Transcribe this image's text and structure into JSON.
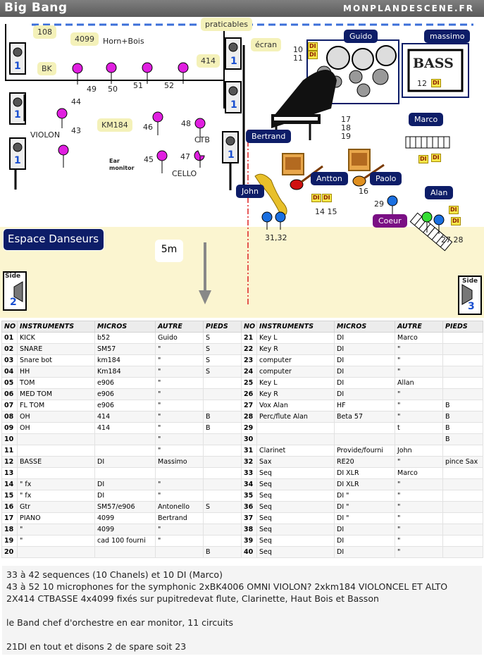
{
  "header": {
    "title": "Big Bang",
    "site": "MONPLANDESCENE.FR"
  },
  "stage": {
    "notes": {
      "praticables": "praticables",
      "ecran": "écran",
      "n108": "108",
      "n4099": "4099",
      "bk": "BK",
      "n414": "414",
      "km184": "KM184"
    },
    "labels": {
      "horn_bois": "Horn+Bois",
      "violon": "VIOLON",
      "ctb": "CTB",
      "cello": "CELLO",
      "ear_monitor": "Ear monitor",
      "m49": "49",
      "m50": "50",
      "m51": "51",
      "m52": "52",
      "m44": "44",
      "m43": "43",
      "m46": "46",
      "m48": "48",
      "m45": "45",
      "m47": "47",
      "n10": "10",
      "n11": "11",
      "n17": "17",
      "n18": "18",
      "n19": "19",
      "n12": "12",
      "n16": "16",
      "n29": "29",
      "n1415": "14 15",
      "n3132": "31,32",
      "n2728": "27 28",
      "bass_text": "BASS"
    },
    "musicians": {
      "guido": "Guido",
      "massimo": "massimo",
      "marco": "Marco",
      "bertrand": "Bertrand",
      "john": "John",
      "antton": "Antton",
      "paolo": "Paolo",
      "alan": "Alan",
      "coeur": "Coeur"
    },
    "di": "DI",
    "espace": "Espace Danseurs",
    "distance": "5m",
    "monitors": {
      "wedge": "1",
      "side": "Side",
      "side2": "2",
      "side3": "3"
    }
  },
  "table": {
    "headers": [
      "NO",
      "INSTRUMENTS",
      "MICROS",
      "AUTRE",
      "PIEDS",
      "NO",
      "INSTRUMENTS",
      "MICROS",
      "AUTRE",
      "PIEDS"
    ],
    "rows": [
      [
        "01",
        "KICK",
        "b52",
        "Guido",
        "S",
        "21",
        "Key L",
        "DI",
        "Marco",
        ""
      ],
      [
        "02",
        "SNARE",
        "SM57",
        "\"",
        "S",
        "22",
        "Key R",
        "DI",
        "\"",
        ""
      ],
      [
        "03",
        "Snare bot",
        "km184",
        "\"",
        "S",
        "23",
        "computer",
        "DI",
        "\"",
        ""
      ],
      [
        "04",
        "HH",
        "Km184",
        "\"",
        "S",
        "24",
        "computer",
        "DI",
        "\"",
        ""
      ],
      [
        "05",
        "TOM",
        "e906",
        "\"",
        "",
        "25",
        "Key L",
        "DI",
        "Allan",
        ""
      ],
      [
        "06",
        "MED TOM",
        "e906",
        "\"",
        "",
        "26",
        "Key R",
        "DI",
        "\"",
        ""
      ],
      [
        "07",
        "FL TOM",
        "e906",
        "\"",
        "",
        "27",
        "Vox Alan",
        "HF",
        "\"",
        "B"
      ],
      [
        "08",
        "OH",
        "414",
        "\"",
        "B",
        "28",
        "Perc/flute Alan",
        "Beta 57",
        "\"",
        "B"
      ],
      [
        "09",
        "OH",
        "414",
        "\"",
        "B",
        "29",
        "",
        "",
        "t",
        "B"
      ],
      [
        "10",
        "",
        "",
        "\"",
        "",
        "30",
        "",
        "",
        "",
        "B"
      ],
      [
        "11",
        "",
        "",
        "\"",
        "",
        "31",
        "Clarinet",
        "Provide/fourni",
        "John",
        ""
      ],
      [
        "12",
        "BASSE",
        "DI",
        "Massimo",
        "",
        "32",
        "Sax",
        "RE20",
        "\"",
        "pince Sax"
      ],
      [
        "13",
        "",
        "",
        "",
        "",
        "33",
        "Seq",
        "DI XLR",
        "Marco",
        ""
      ],
      [
        "14",
        "\" fx",
        "DI",
        "\"",
        "",
        "34",
        "Seq",
        "DI XLR",
        "\"",
        ""
      ],
      [
        "15",
        "\" fx",
        "DI",
        "\"",
        "",
        "35",
        "Seq",
        "DI \"",
        "\"",
        ""
      ],
      [
        "16",
        "Gtr",
        "SM57/e906",
        "Antonello",
        "S",
        "36",
        "Seq",
        "DI \"",
        "\"",
        ""
      ],
      [
        "17",
        "PIANO",
        "4099",
        "Bertrand",
        "",
        "37",
        "Seq",
        "DI \"",
        "\"",
        ""
      ],
      [
        "18",
        "\"",
        "4099",
        "\"",
        "",
        "38",
        "Seq",
        "DI",
        "\"",
        ""
      ],
      [
        "19",
        "\"",
        "cad 100 fourni",
        "\"",
        "",
        "39",
        "Seq",
        "DI",
        "\"",
        ""
      ],
      [
        "20",
        "",
        "",
        "",
        "B",
        "40",
        "Seq",
        "DI",
        "\"",
        ""
      ]
    ]
  },
  "notes": {
    "line1": "33 à 42 sequences (10 Chanels) et 10 DI  (Marco)",
    "line2": "43 à 52 10 microphones for the symphonic 2xBK4006 OMNI VIOLON? 2xkm184 VIOLONCEL ET ALTO",
    "line3": "2X414 CTBASSE 4x4099 fixés sur pupitredevat flute, Clarinette, Haut Bois et Basson",
    "line4": "le Band chef d'orchestre en ear monitor, 11 circuits",
    "line5": "21DI en tout et disons 2 de spare soit 23"
  }
}
